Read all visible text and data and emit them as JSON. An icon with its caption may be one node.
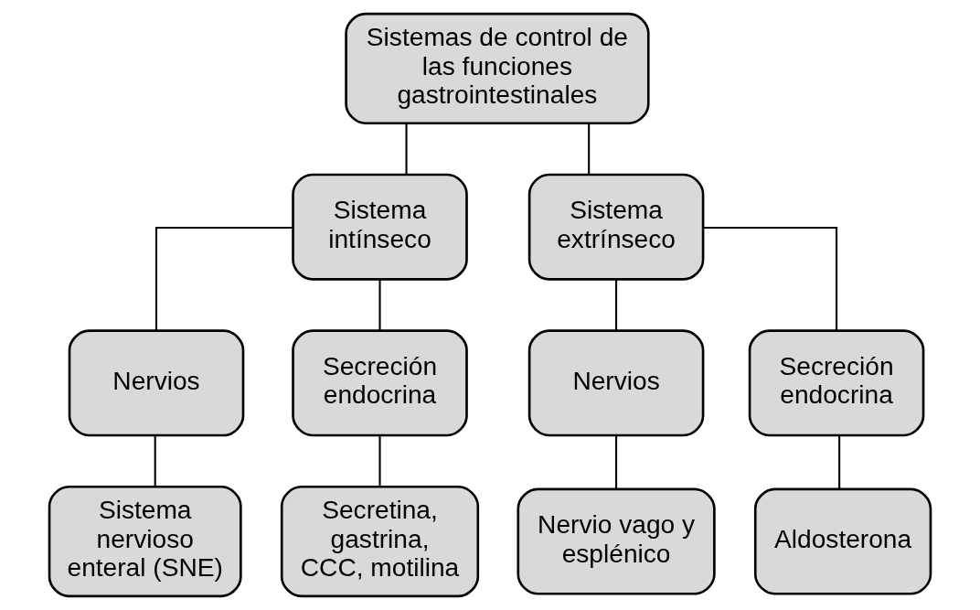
{
  "diagram": {
    "nodes": [
      {
        "text": [
          "Sistemas de control de las funciones gastrointestinales"
        ]
      },
      {
        "text": [
          "Sistema intínseco"
        ]
      },
      {
        "text": [
          "Sistema extrínseco"
        ]
      },
      {
        "text": [
          "Nervios"
        ]
      },
      {
        "text": [
          "Secreción endocrina"
        ]
      },
      {
        "text": [
          "Nervios"
        ]
      },
      {
        "text": [
          "Secreción endocrina"
        ]
      },
      {
        "text": [
          "Sistema nervioso enteral (SNE)"
        ]
      },
      {
        "text": [
          "Secretina, gastrina, CCC, motilina"
        ]
      },
      {
        "text": [
          "Nervio vago y esplénico"
        ]
      },
      {
        "text": [
          "Aldosterona"
        ]
      }
    ],
    "edges": [
      {
        "from": 0,
        "to": 1,
        "arrow": "none"
      },
      {
        "from": 0,
        "to": 2,
        "arrow": "none"
      },
      {
        "from": 1,
        "to": 3,
        "arrow": "none"
      },
      {
        "from": 1,
        "to": 4,
        "arrow": "none"
      },
      {
        "from": 2,
        "to": 5,
        "arrow": "none"
      },
      {
        "from": 2,
        "to": 6,
        "arrow": "none"
      },
      {
        "from": 3,
        "to": 7,
        "arrow": "none"
      },
      {
        "from": 4,
        "to": 8,
        "arrow": "none"
      },
      {
        "from": 5,
        "to": 9,
        "arrow": "none"
      },
      {
        "from": 6,
        "to": 10,
        "arrow": "none"
      }
    ]
  }
}
